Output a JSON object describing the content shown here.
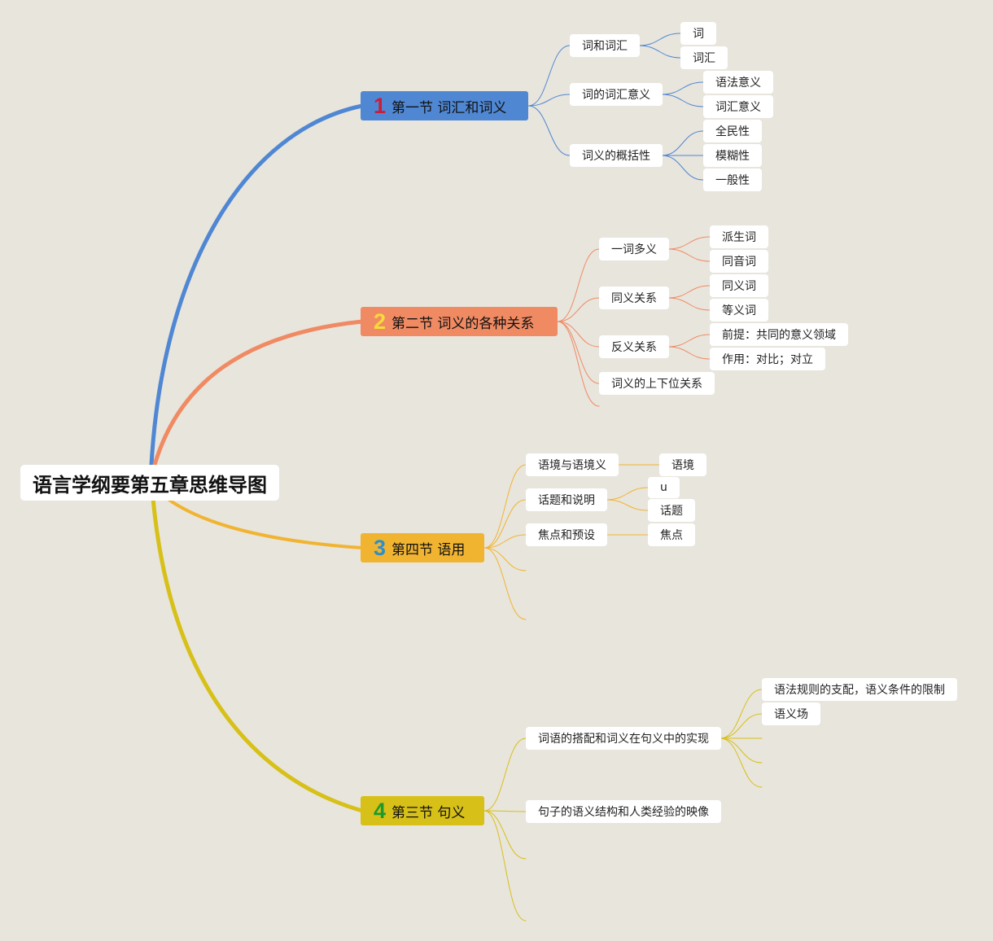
{
  "title": "语言学纲要第五章思维导图",
  "colors": {
    "background": "#e8e5dd",
    "blue": "#4f87d3",
    "orange": "#f08a63",
    "amber": "#f1b431",
    "olive": "#d7c018",
    "number_red": "#c91d3a",
    "number_yellow": "#f8da3b",
    "number_blue": "#2d8fc7",
    "number_green": "#1d9a2e"
  },
  "sections": [
    {
      "num": "1",
      "label": "第一节 词汇和词义",
      "children": [
        {
          "label": "词和词汇",
          "children": [
            "词",
            "词汇"
          ]
        },
        {
          "label": "词的词汇意义",
          "children": [
            "语法意义",
            "词汇意义"
          ]
        },
        {
          "label": "词义的概括性",
          "children": [
            "全民性",
            "模糊性",
            "一般性"
          ]
        }
      ]
    },
    {
      "num": "2",
      "label": "第二节 词义的各种关系",
      "children": [
        {
          "label": "一词多义",
          "children": [
            "派生词",
            "同音词"
          ]
        },
        {
          "label": "同义关系",
          "children": [
            "同义词",
            "等义词"
          ]
        },
        {
          "label": "反义关系",
          "children": [
            "前提：共同的意义领域",
            "作用：对比；对立"
          ]
        },
        {
          "label": "词义的上下位关系",
          "children": []
        }
      ]
    },
    {
      "num": "3",
      "label": "第四节 语用",
      "children": [
        {
          "label": "语境与语境义",
          "children": [
            "语境"
          ]
        },
        {
          "label": "话题和说明",
          "children": [
            "u",
            "话题"
          ]
        },
        {
          "label": "焦点和预设",
          "children": [
            "焦点"
          ]
        }
      ]
    },
    {
      "num": "4",
      "label": "第三节 句义",
      "children": [
        {
          "label": "词语的搭配和词义在句义中的实现",
          "children": [
            "语法规则的支配，语义条件的限制",
            "语义场"
          ]
        },
        {
          "label": "句子的语义结构和人类经验的映像",
          "children": []
        }
      ]
    }
  ]
}
